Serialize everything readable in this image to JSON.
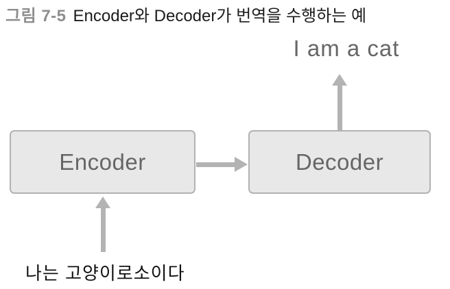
{
  "caption": {
    "figure_label": "그림 7-5",
    "title": "Encoder와 Decoder가 번역을 수행하는 예"
  },
  "diagram": {
    "encoder_label": "Encoder",
    "decoder_label": "Decoder",
    "output_text": "I am a cat",
    "input_text": "나는 고양이로소이다",
    "flow": [
      "input_text",
      "encoder",
      "decoder",
      "output_text"
    ]
  },
  "colors": {
    "figure_label": "#8e8e8e",
    "title": "#1c1c1c",
    "box_fill": "#e8e8e8",
    "box_border": "#b2b2b2",
    "box_label": "#666666",
    "arrow": "#b3b3b3",
    "output_text": "#666666",
    "input_text": "#111111"
  }
}
